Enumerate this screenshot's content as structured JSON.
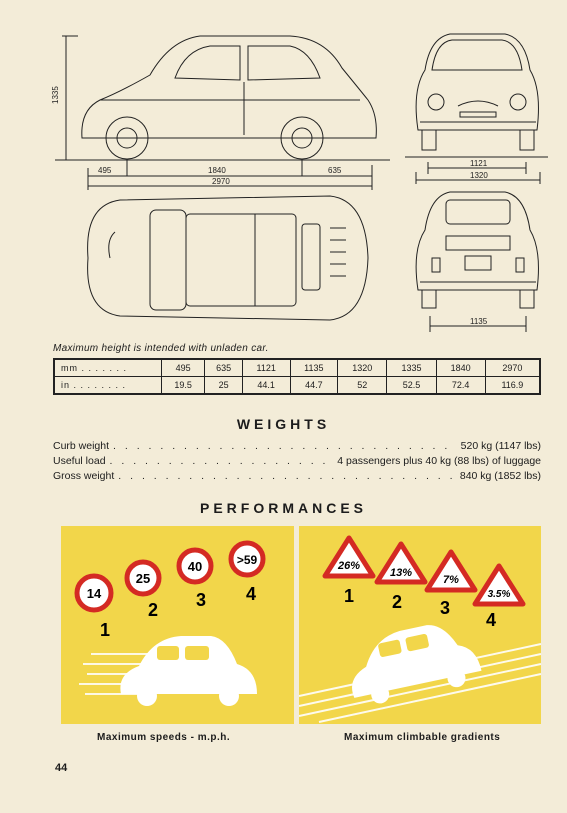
{
  "page_number": "44",
  "caption": "Maximum height is intended with unladen car.",
  "diagram": {
    "side_height": "1335",
    "side_dims": [
      "495",
      "1840",
      "635"
    ],
    "overall_length": "2970",
    "front_dims": [
      "1121",
      "1320"
    ],
    "rear_dim": "1135"
  },
  "table": {
    "rows": [
      {
        "unit": "mm . . . . . . .",
        "values": [
          "495",
          "635",
          "1121",
          "1135",
          "1320",
          "1335",
          "1840",
          "2970"
        ]
      },
      {
        "unit": "in . . . . . . . .",
        "values": [
          "19.5",
          "25",
          "44.1",
          "44.7",
          "52",
          "52.5",
          "72.4",
          "116.9"
        ]
      }
    ]
  },
  "weights": {
    "heading": "WEIGHTS",
    "rows": [
      {
        "label": "Curb weight",
        "value": "520 kg (1147 lbs)"
      },
      {
        "label": "Useful load",
        "value": "4 passengers plus 40 kg (88 lbs) of luggage"
      },
      {
        "label": "Gross weight",
        "value": "840 kg (1852 lbs)"
      }
    ]
  },
  "performances": {
    "heading": "PERFORMANCES",
    "speeds_caption": "Maximum speeds - m.p.h.",
    "gradients_caption": "Maximum climbable gradients",
    "speeds": [
      {
        "sign": "14",
        "gear": "1"
      },
      {
        "sign": "25",
        "gear": "2"
      },
      {
        "sign": "40",
        "gear": "3"
      },
      {
        "sign": ">59",
        "gear": "4"
      }
    ],
    "gradients": [
      {
        "sign": "26%",
        "gear": "1"
      },
      {
        "sign": "13%",
        "gear": "2"
      },
      {
        "sign": "7%",
        "gear": "3"
      },
      {
        "sign": "3.5%",
        "gear": "4"
      }
    ]
  },
  "colors": {
    "paper": "#f3ecd8",
    "panel_yellow": "#f2d64a",
    "sign_red": "#d42a23",
    "ink": "#1c1c1c"
  }
}
